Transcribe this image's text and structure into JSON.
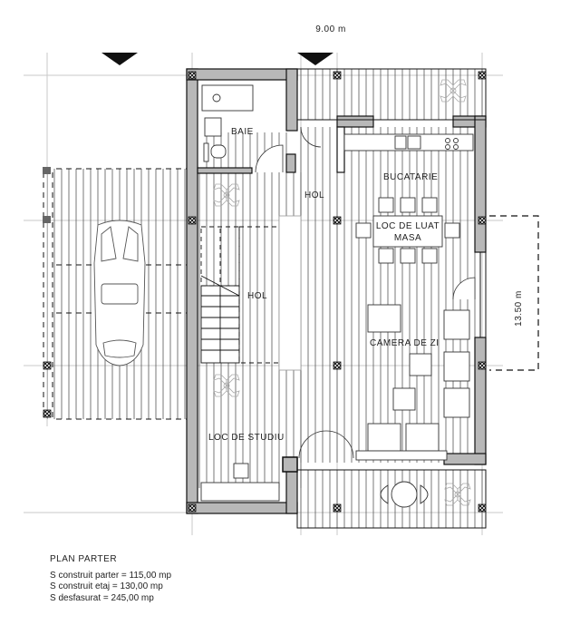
{
  "plan": {
    "dimensions": {
      "width_label": "9.00 m",
      "depth_label": "13.50 m"
    },
    "rooms": [
      {
        "name": "baie",
        "label": "BAIE"
      },
      {
        "name": "hol-upper",
        "label": "HOL"
      },
      {
        "name": "hol-stairs",
        "label": "HOL"
      },
      {
        "name": "bucatarie",
        "label": "BUCATARIE"
      },
      {
        "name": "loc-de-luat-masa-1",
        "label": "LOC DE LUAT"
      },
      {
        "name": "loc-de-luat-masa-2",
        "label": "MASA"
      },
      {
        "name": "camera-de-zi",
        "label": "CAMERA DE ZI"
      },
      {
        "name": "loc-de-studiu",
        "label": "LOC DE STUDIU"
      }
    ],
    "symbols": [
      "north-arrow-icon",
      "entrance-arrow-icon",
      "car-icon",
      "plant-icon",
      "column-icon",
      "stair-icon",
      "door-icon"
    ]
  },
  "notes": {
    "title": "PLAN  PARTER",
    "lines": [
      "S construit parter = 115,00 mp",
      "S construit etaj = 130,00 mp",
      "S desfasurat = 245,00 mp"
    ]
  },
  "colors": {
    "wall_fill": "#b8b8b8",
    "wall_line": "#111111",
    "grid_line": "#c8c8c8",
    "floor_line": "#555555"
  }
}
